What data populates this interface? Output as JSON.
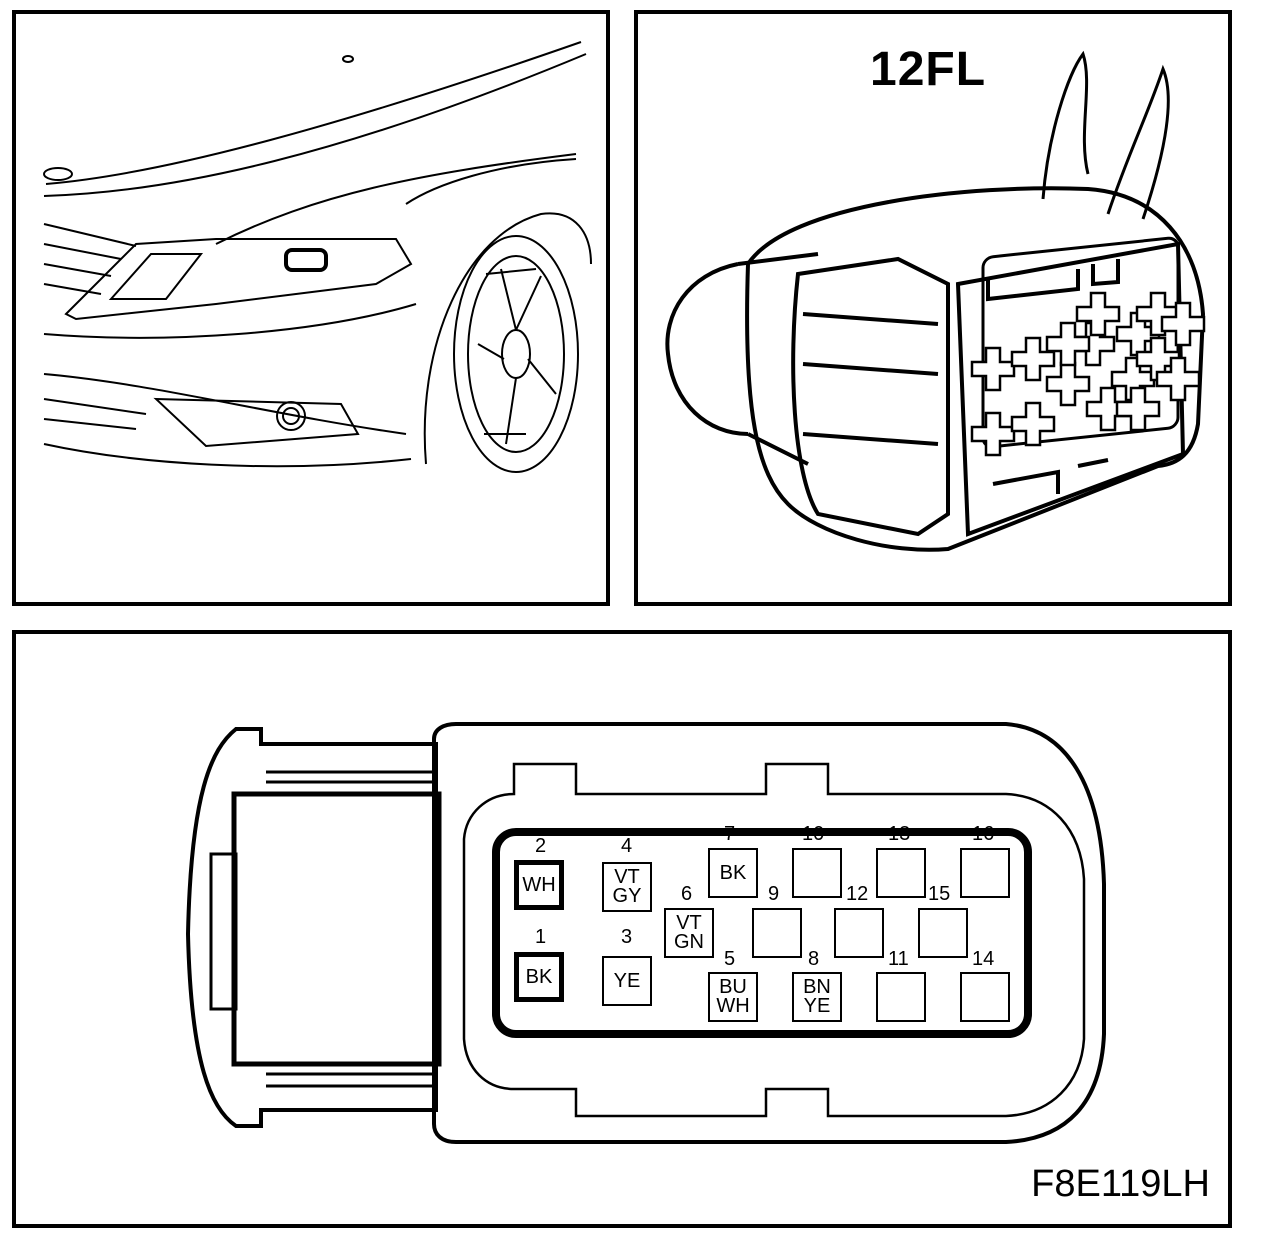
{
  "connector": {
    "id": "12FL"
  },
  "figure_code": "F8E119LH",
  "pins": [
    {
      "num": "1",
      "wire": [
        "BK"
      ]
    },
    {
      "num": "2",
      "wire": [
        "WH"
      ]
    },
    {
      "num": "3",
      "wire": [
        "YE"
      ]
    },
    {
      "num": "4",
      "wire": [
        "VT",
        "GY"
      ]
    },
    {
      "num": "5",
      "wire": [
        "BU",
        "WH"
      ]
    },
    {
      "num": "6",
      "wire": [
        "VT",
        "GN"
      ]
    },
    {
      "num": "7",
      "wire": [
        "BK"
      ]
    },
    {
      "num": "8",
      "wire": [
        "BN",
        "YE"
      ]
    },
    {
      "num": "9",
      "wire": []
    },
    {
      "num": "10",
      "wire": []
    },
    {
      "num": "11",
      "wire": []
    },
    {
      "num": "12",
      "wire": []
    },
    {
      "num": "13",
      "wire": []
    },
    {
      "num": "14",
      "wire": []
    },
    {
      "num": "15",
      "wire": []
    },
    {
      "num": "16",
      "wire": []
    }
  ],
  "colors": {
    "line": "#000000",
    "background": "#ffffff"
  }
}
